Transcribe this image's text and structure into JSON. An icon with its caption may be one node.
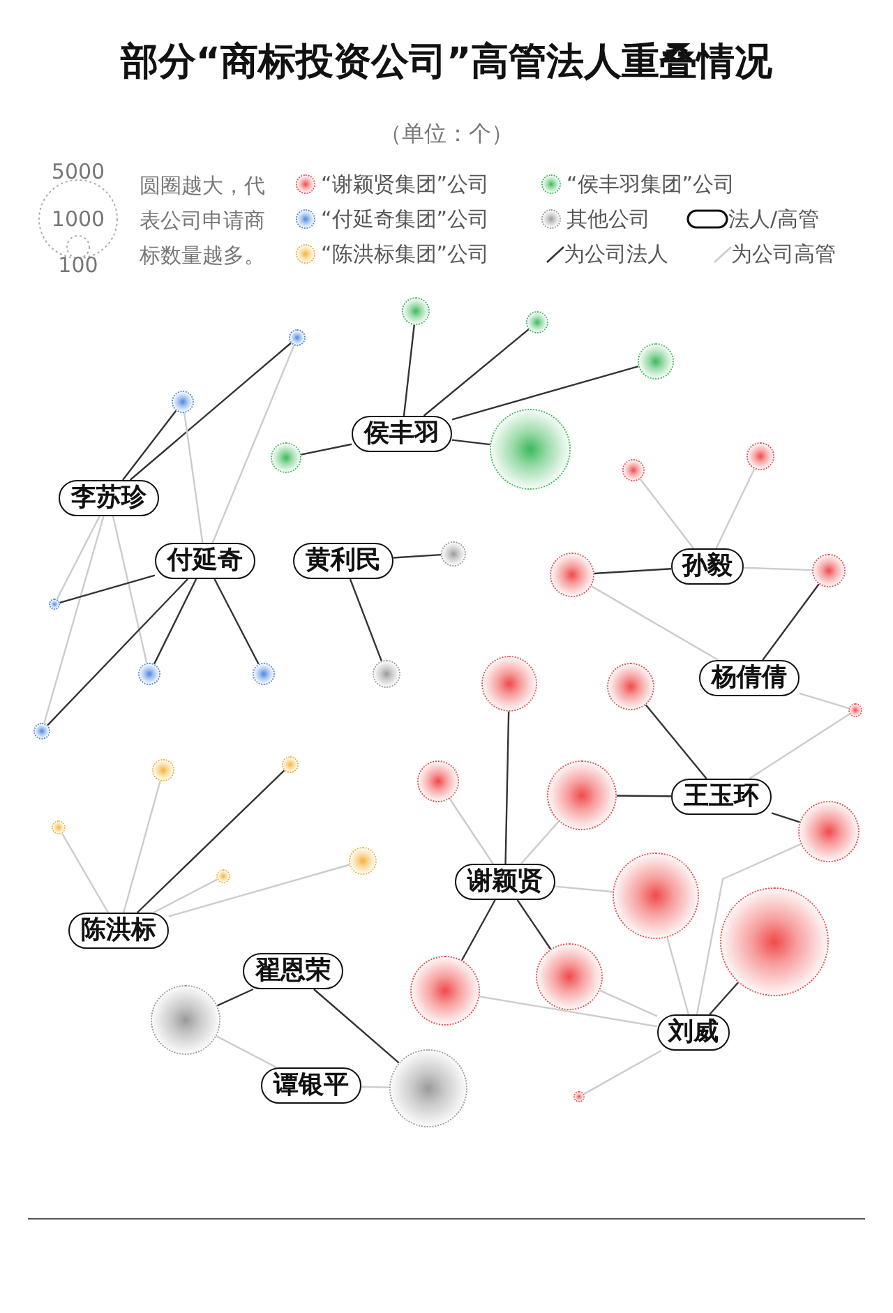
{
  "diagram": {
    "title": "部分“商标投资公司”高管法人重叠情况",
    "nodes": [
      {
        "text": [],
        "shape": "circle"
      },
      {
        "text": [],
        "shape": "circle"
      },
      {
        "text": [],
        "shape": "circle"
      },
      {
        "text": [],
        "shape": "circle"
      },
      {
        "text": [],
        "shape": "circle"
      },
      {
        "text": [
          "侯丰羽"
        ]
      },
      {
        "text": [],
        "shape": "circle"
      },
      {
        "text": [],
        "shape": "circle"
      },
      {
        "text": [],
        "shape": "circle"
      },
      {
        "text": [],
        "shape": "circle"
      },
      {
        "text": [
          "李苏珍"
        ]
      },
      {
        "text": [],
        "shape": "circle"
      },
      {
        "text": [
          "付延奇"
        ]
      },
      {
        "text": [
          "黄利民"
        ]
      },
      {
        "text": [
          "孙毅"
        ]
      },
      {
        "text": [],
        "shape": "circle"
      },
      {
        "text": [],
        "shape": "circle"
      },
      {
        "text": [],
        "shape": "circle"
      },
      {
        "text": [],
        "shape": "circle"
      },
      {
        "text": [],
        "shape": "circle"
      },
      {
        "text": [],
        "shape": "circle"
      },
      {
        "text": [
          "杨倩倩"
        ]
      },
      {
        "text": [],
        "shape": "circle"
      },
      {
        "text": [],
        "shape": "circle"
      },
      {
        "text": [],
        "shape": "circle"
      },
      {
        "text": [],
        "shape": "circle"
      },
      {
        "text": [],
        "shape": "circle"
      },
      {
        "text": [],
        "shape": "circle"
      },
      {
        "text": [],
        "shape": "circle"
      },
      {
        "text": [],
        "shape": "circle"
      },
      {
        "text": [
          "王玉环"
        ]
      },
      {
        "text": [],
        "shape": "circle"
      },
      {
        "text": [],
        "shape": "circle"
      },
      {
        "text": [],
        "shape": "circle"
      },
      {
        "text": [],
        "shape": "circle"
      },
      {
        "text": [
          "谢颖贤"
        ]
      },
      {
        "text": [],
        "shape": "circle"
      },
      {
        "text": [
          "陈洪标"
        ]
      },
      {
        "text": [],
        "shape": "circle"
      },
      {
        "text": [
          "翟恩荣"
        ]
      },
      {
        "text": [],
        "shape": "circle"
      },
      {
        "text": [],
        "shape": "circle"
      },
      {
        "text": [],
        "shape": "circle"
      },
      {
        "text": [
          "刘威"
        ]
      },
      {
        "text": [
          "谭银平"
        ]
      },
      {
        "text": [],
        "shape": "circle"
      },
      {
        "text": [],
        "shape": "circle"
      }
    ],
    "edges": [
      {
        "from": 5,
        "to": 0,
        "arrow": "none"
      },
      {
        "from": 5,
        "to": 1,
        "arrow": "none"
      },
      {
        "from": 5,
        "to": 3,
        "arrow": "none"
      },
      {
        "from": 5,
        "to": 7,
        "arrow": "none"
      },
      {
        "from": 5,
        "to": 6,
        "arrow": "none"
      },
      {
        "from": 10,
        "to": 4,
        "arrow": "none"
      },
      {
        "from": 10,
        "to": 2,
        "arrow": "none"
      },
      {
        "from": 10,
        "to": 17,
        "arrow": "none",
        "color": "#cccccc"
      },
      {
        "from": 10,
        "to": 25,
        "arrow": "none",
        "color": "#cccccc"
      },
      {
        "from": 10,
        "to": 18,
        "arrow": "none",
        "color": "#cccccc"
      },
      {
        "from": 12,
        "to": 17,
        "arrow": "none"
      },
      {
        "from": 12,
        "to": 18,
        "arrow": "none"
      },
      {
        "from": 12,
        "to": 19,
        "arrow": "none"
      },
      {
        "from": 12,
        "to": 25,
        "arrow": "none"
      },
      {
        "from": 12,
        "to": 4,
        "arrow": "none",
        "color": "#cccccc"
      },
      {
        "from": 12,
        "to": 2,
        "arrow": "none",
        "color": "#cccccc"
      },
      {
        "from": 13,
        "to": 11,
        "arrow": "none"
      },
      {
        "from": 13,
        "to": 20,
        "arrow": "none"
      },
      {
        "from": 14,
        "to": 16,
        "arrow": "none"
      },
      {
        "from": 14,
        "to": 9,
        "arrow": "none",
        "color": "#cccccc"
      },
      {
        "from": 14,
        "to": 8,
        "arrow": "none",
        "color": "#cccccc"
      },
      {
        "from": 14,
        "to": 15,
        "arrow": "none",
        "color": "#cccccc"
      },
      {
        "from": 21,
        "to": 15,
        "arrow": "none"
      },
      {
        "from": 21,
        "to": 16,
        "arrow": "none",
        "color": "#cccccc"
      },
      {
        "from": 21,
        "to": 24,
        "arrow": "none",
        "color": "#cccccc"
      },
      {
        "from": 30,
        "to": 23,
        "arrow": "none"
      },
      {
        "from": 30,
        "to": 29,
        "arrow": "none"
      },
      {
        "from": 30,
        "to": 32,
        "arrow": "none"
      },
      {
        "from": 30,
        "to": 24,
        "arrow": "none",
        "color": "#cccccc"
      },
      {
        "from": 35,
        "to": 22,
        "arrow": "none"
      },
      {
        "from": 35,
        "to": 41,
        "arrow": "none"
      },
      {
        "from": 35,
        "to": 40,
        "arrow": "none"
      },
      {
        "from": 35,
        "to": 28,
        "arrow": "none",
        "color": "#cccccc"
      },
      {
        "from": 35,
        "to": 29,
        "arrow": "none",
        "color": "#cccccc"
      },
      {
        "from": 35,
        "to": 36,
        "arrow": "none",
        "color": "#cccccc"
      },
      {
        "from": 43,
        "to": 38,
        "arrow": "none"
      },
      {
        "from": 43,
        "to": 41,
        "arrow": "none",
        "color": "#cccccc"
      },
      {
        "from": 43,
        "to": 40,
        "arrow": "none",
        "color": "#cccccc"
      },
      {
        "from": 43,
        "to": 36,
        "arrow": "none",
        "color": "#cccccc"
      },
      {
        "from": 43,
        "to": 32,
        "arrow": "none",
        "color": "#cccccc"
      },
      {
        "from": 43,
        "to": 46,
        "arrow": "none",
        "color": "#cccccc"
      },
      {
        "from": 37,
        "to": 26,
        "arrow": "none"
      },
      {
        "from": 37,
        "to": 27,
        "arrow": "none",
        "color": "#cccccc"
      },
      {
        "from": 37,
        "to": 31,
        "arrow": "none",
        "color": "#cccccc"
      },
      {
        "from": 37,
        "to": 34,
        "arrow": "none",
        "color": "#cccccc"
      },
      {
        "from": 37,
        "to": 33,
        "arrow": "none",
        "color": "#cccccc"
      },
      {
        "from": 39,
        "to": 42,
        "arrow": "none"
      },
      {
        "from": 39,
        "to": 45,
        "arrow": "none"
      },
      {
        "from": 44,
        "to": 42,
        "arrow": "none",
        "color": "#cccccc"
      },
      {
        "from": 44,
        "to": 45,
        "arrow": "none",
        "color": "#cccccc"
      }
    ],
    "labels": [
      "（单位：个）",
      "5000",
      "1000",
      "100",
      "圆圈越大，代表公司申请商标数量越多。"
    ],
    "legend": [
      {
        "text": "“谢颖贤集团”公司",
        "color": "#f04a4a"
      },
      {
        "text": "“侯丰羽集团”公司",
        "color": "#3cb95a"
      },
      {
        "text": "“付延奇集团”公司",
        "color": "#4a86e0"
      },
      {
        "text": "其他公司",
        "color": "#9a9a9a"
      },
      {
        "text": "法人/高管"
      },
      {
        "text": "“陈洪标集团”公司",
        "color": "#f5b030"
      },
      {
        "text": "为公司法人"
      },
      {
        "text": "为公司高管"
      }
    ]
  }
}
